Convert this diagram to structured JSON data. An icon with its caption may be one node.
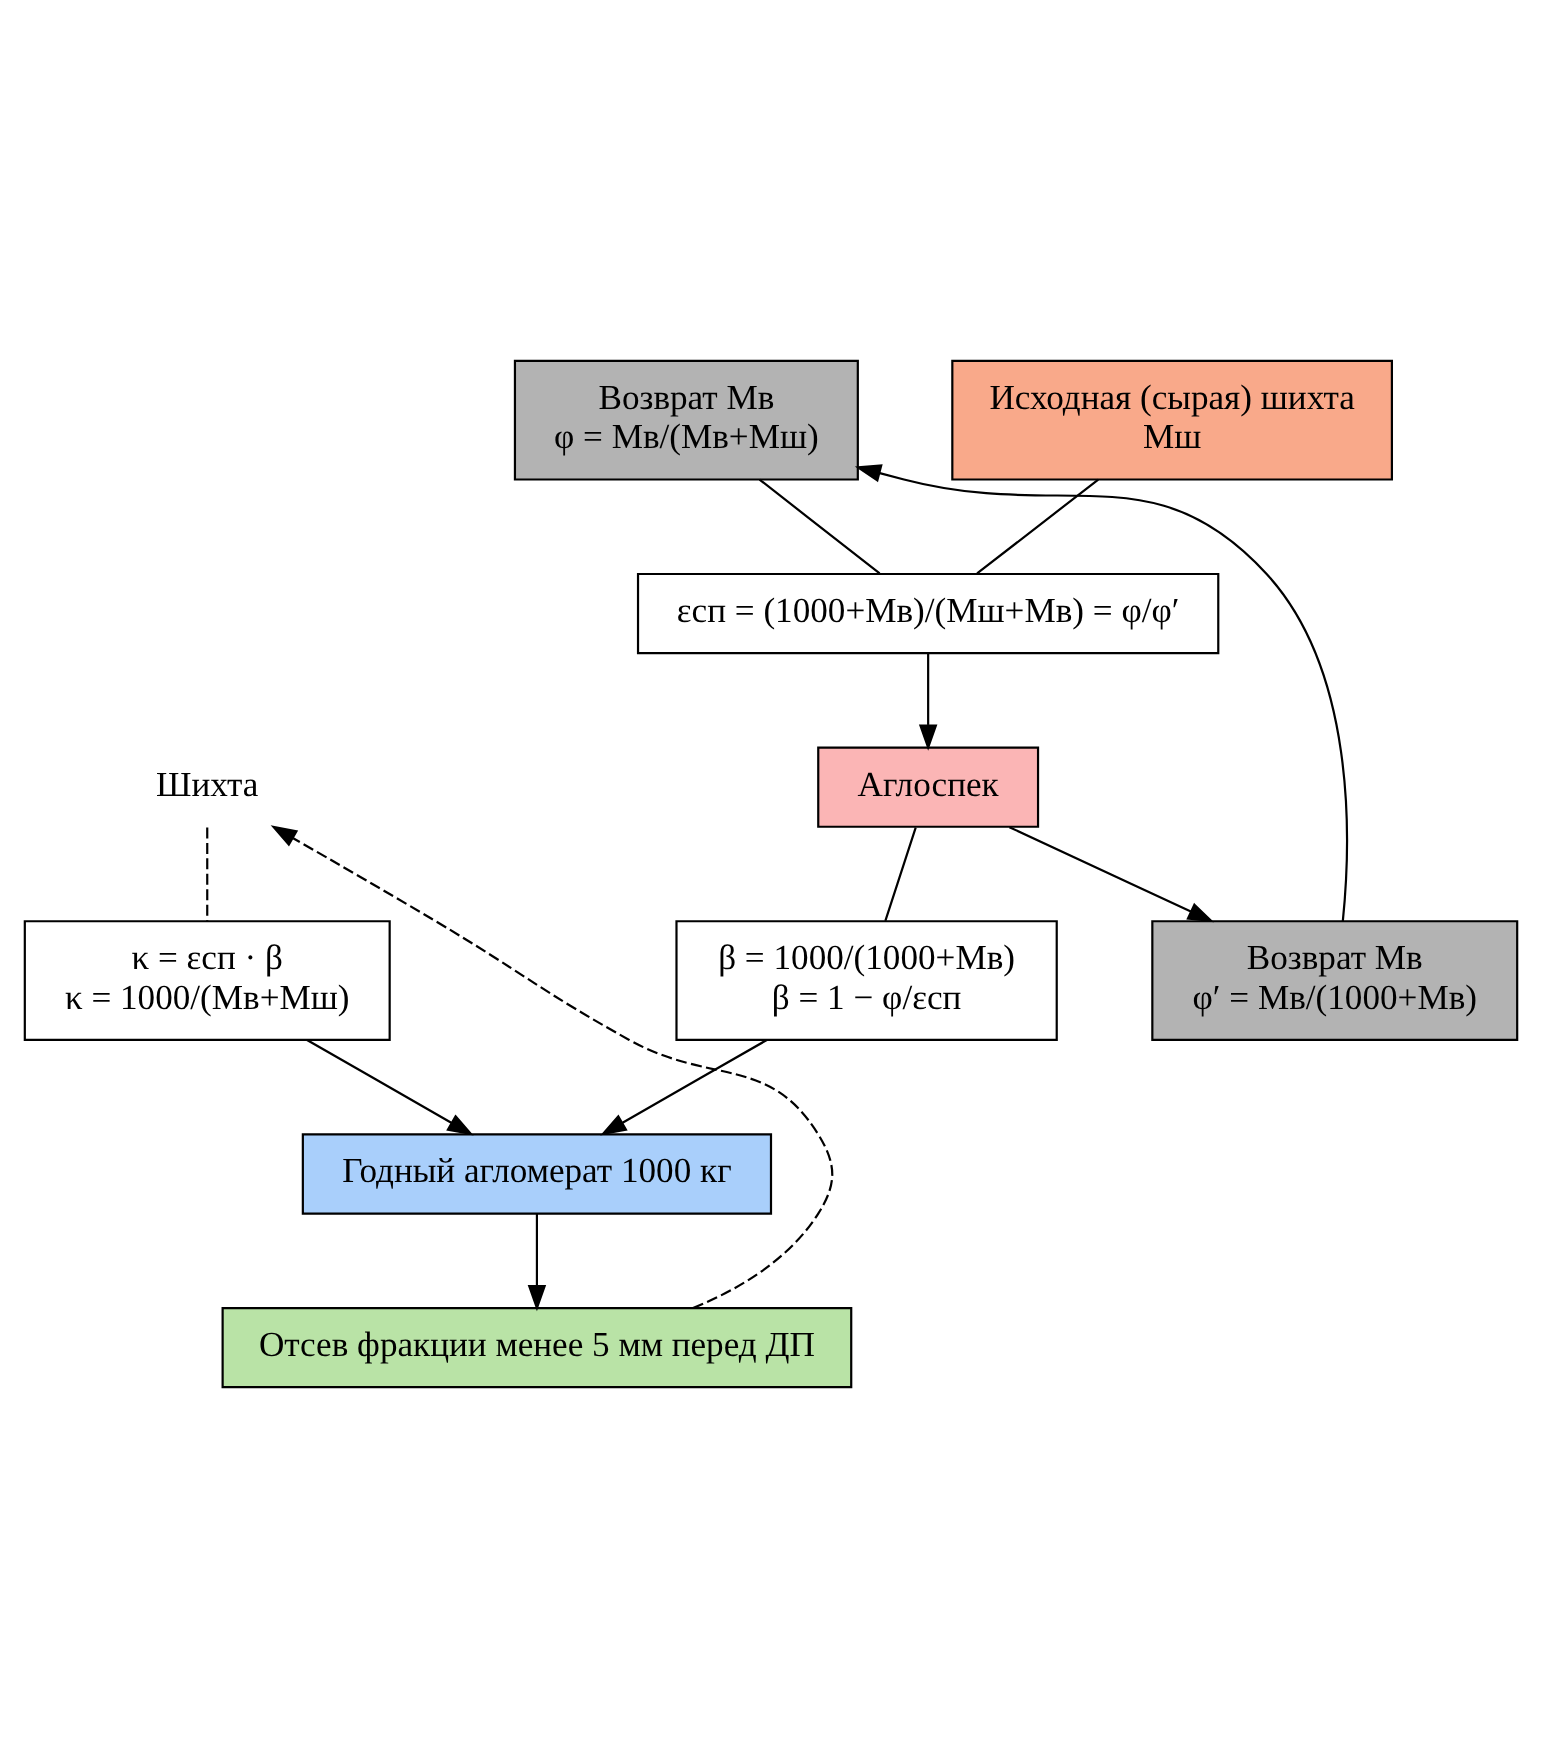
{
  "diagram": {
    "nodes": [
      {
        "text": [
          "Шихта"
        ]
      },
      {
        "text": [
          "Возврат Мв",
          "φ = Мв/(Мв+Мш)"
        ]
      },
      {
        "text": [
          "Исходная (сырая) шихта",
          "Мш"
        ]
      },
      {
        "text": [
          "εсп = (1000+Мв)/(Мш+Мв) = φ/φ′"
        ]
      },
      {
        "text": [
          "Аглоспек"
        ]
      },
      {
        "text": [
          "β = 1000/(1000+Мв)",
          "β = 1 − φ/εсп"
        ]
      },
      {
        "text": [
          "κ = εсп · β",
          "κ = 1000/(Мв+Мш)"
        ]
      },
      {
        "text": [
          "Возврат Мв",
          "φ′ = Мв/(1000+Мв)"
        ]
      },
      {
        "text": [
          "Годный агломерат 1000 кг"
        ]
      },
      {
        "text": [
          "Отсев фракции менее 5 мм перед ДП"
        ]
      }
    ],
    "edges": [
      {
        "from": 1,
        "to": 3,
        "arrow": "none"
      },
      {
        "from": 2,
        "to": 3,
        "arrow": "none"
      },
      {
        "from": 3,
        "to": 4,
        "arrow": "to"
      },
      {
        "from": 4,
        "to": 7,
        "arrow": "to"
      },
      {
        "from": 4,
        "to": 5,
        "arrow": "none"
      },
      {
        "from": 5,
        "to": 8,
        "arrow": "to"
      },
      {
        "from": 7,
        "to": 1,
        "arrow": "to"
      },
      {
        "from": 0,
        "to": 6,
        "arrow": "none",
        "style": "dashed"
      },
      {
        "from": 6,
        "to": 8,
        "arrow": "to"
      },
      {
        "from": 8,
        "to": 9,
        "arrow": "to"
      },
      {
        "from": 9,
        "to": 0,
        "arrow": "to",
        "style": "dashed"
      }
    ]
  }
}
